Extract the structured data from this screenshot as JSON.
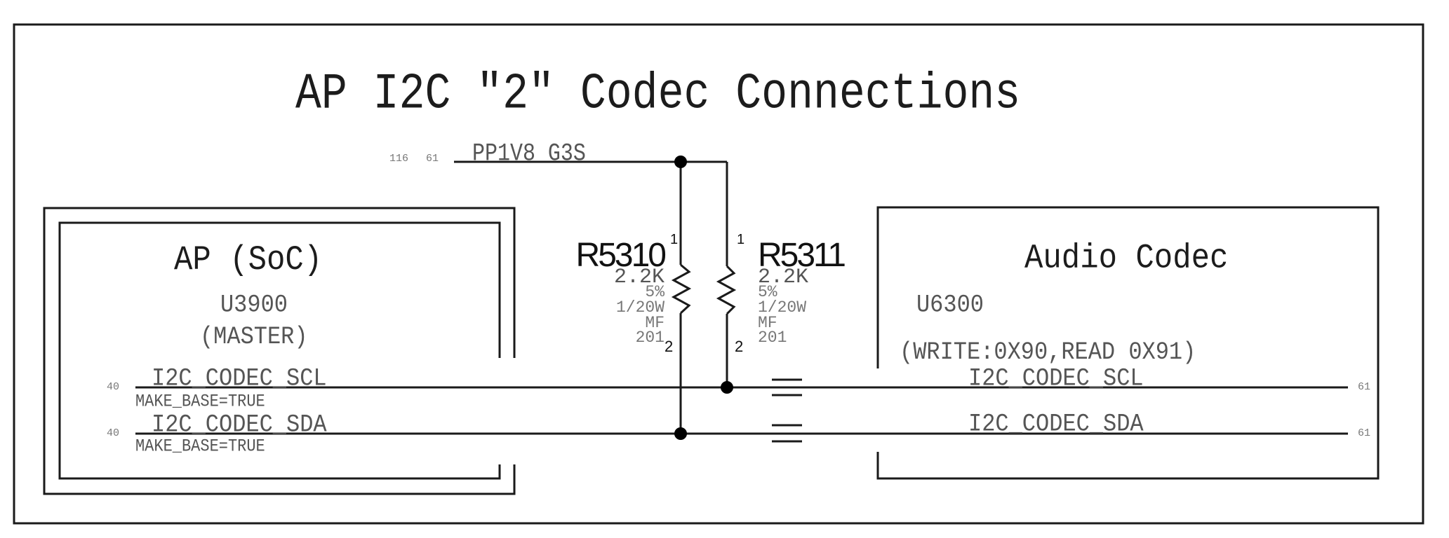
{
  "title": "AP I2C \"2\" Codec Connections",
  "power_net": {
    "name": "PP1V8_G3S",
    "page_refs": [
      "116",
      "61"
    ]
  },
  "ap_block": {
    "title": "AP (SoC)",
    "refdes": "U3900",
    "role": "(MASTER)"
  },
  "codec_block": {
    "title": "Audio Codec",
    "refdes": "U6300",
    "address": "(WRITE:0X90,READ 0X91)"
  },
  "resistors": [
    {
      "refdes": "R5310",
      "value": "2.2K",
      "tolerance": "5%",
      "power": "1/20W",
      "type": "MF",
      "package": "201",
      "pin1": "1",
      "pin2": "2"
    },
    {
      "refdes": "R5311",
      "value": "2.2K",
      "tolerance": "5%",
      "power": "1/20W",
      "type": "MF",
      "package": "201",
      "pin1": "1",
      "pin2": "2"
    }
  ],
  "nets": [
    {
      "name": "I2C_CODEC_SCL",
      "left_page_ref": "40",
      "right_page_ref": "61",
      "property": "MAKE_BASE=TRUE"
    },
    {
      "name": "I2C_CODEC_SDA",
      "left_page_ref": "40",
      "right_page_ref": "61",
      "property": "MAKE_BASE=TRUE"
    }
  ]
}
